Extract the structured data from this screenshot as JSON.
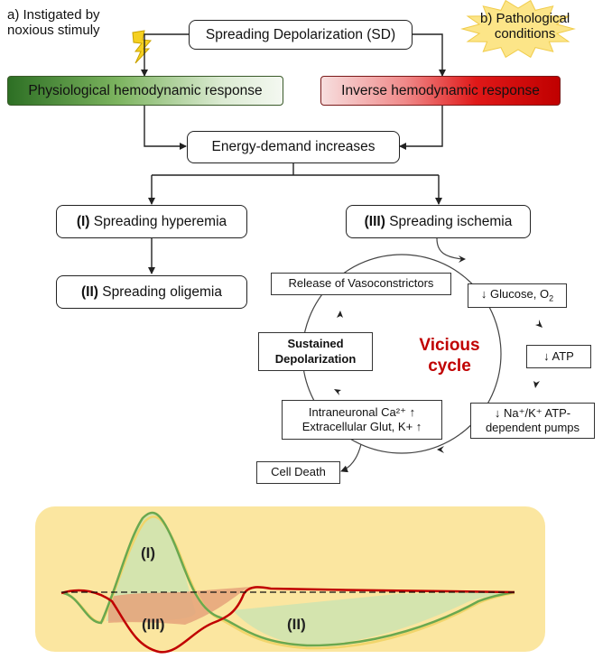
{
  "annotations": {
    "a_line1": "a) Instigated by",
    "a_line2": "noxious stimuly",
    "b_line1": "b) Pathological",
    "b_line2": "conditions"
  },
  "nodes": {
    "sd": "Spreading Depolarization (SD)",
    "physiological": "Physiological hemodynamic response",
    "inverse": "Inverse  hemodynamic response",
    "energy": "Energy-demand  increases",
    "hyperemia_num": "(I)",
    "hyperemia_text": " Spreading hyperemia",
    "ischemia_num": "(III)",
    "ischemia_text": " Spreading ischemia",
    "oligemia_num": "(II)",
    "oligemia_text": " Spreading oligemia"
  },
  "cycle": {
    "title_line1": "Vicious",
    "title_line2": "cycle",
    "vasoconstrictors": "Release of Vasoconstrictors",
    "glucose": "↓ Glucose, O",
    "glucose_sub": "2",
    "atp": "↓ ATP",
    "pumps_line1": "↓ Na⁺/K⁺ ATP-",
    "pumps_line2": "dependent pumps",
    "calcium_line1": "Intraneuronal Ca²⁺ ↑",
    "calcium_line2": "Extracellular Glut, K+ ↑",
    "sustained_line1": "Sustained",
    "sustained_line2": "Depolarization",
    "cell_death": "Cell Death"
  },
  "curve_labels": {
    "hyperemia": "(I)",
    "oligemia": "(II)",
    "ischemia": "(III)"
  },
  "colors": {
    "panel_bg": "#fbe6a0",
    "green_line": "#6aa84f",
    "green_fill": "#cde3b0",
    "red_line": "#c00000",
    "red_fill": "#e5a27a",
    "yellow_line": "#f2d56b",
    "star_fill": "#fce588"
  }
}
